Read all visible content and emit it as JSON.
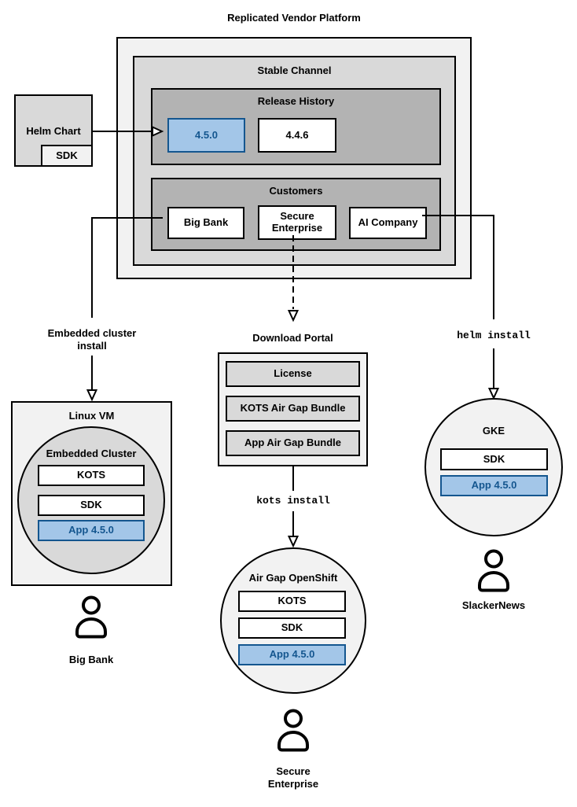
{
  "title": "Replicated Vendor Platform",
  "colors": {
    "outer_gray": "#f2f2f2",
    "mid_gray": "#d9d9d9",
    "dark_gray": "#b3b3b3",
    "blue_fill": "#a3c6e8",
    "blue_stroke": "#14568f",
    "blue_text": "#14568f",
    "line": "#000000"
  },
  "platform": {
    "stable_channel": {
      "label": "Stable Channel",
      "release_history": {
        "label": "Release History",
        "releases": [
          {
            "label": "4.5.0",
            "highlighted": true
          },
          {
            "label": "4.4.6",
            "highlighted": false
          }
        ]
      },
      "customers": {
        "label": "Customers",
        "items": [
          {
            "label": "Big Bank"
          },
          {
            "label": "Secure\nEnterprise"
          },
          {
            "label": "AI Company"
          }
        ]
      }
    }
  },
  "helm_chart": {
    "label": "Helm Chart",
    "sdk_label": "SDK"
  },
  "flows": {
    "left": {
      "arrow_label": "Embedded cluster\ninstall",
      "vm": {
        "label": "Linux VM",
        "cluster": {
          "label": "Embedded Cluster",
          "components": [
            "KOTS",
            "SDK",
            "App 4.5.0"
          ]
        }
      },
      "user": "Big Bank"
    },
    "middle": {
      "portal": {
        "label": "Download Portal",
        "items": [
          "License",
          "KOTS Air Gap Bundle",
          "App Air Gap Bundle"
        ]
      },
      "command": "kots install",
      "cluster": {
        "label": "Air Gap OpenShift",
        "components": [
          "KOTS",
          "SDK",
          "App 4.5.0"
        ]
      },
      "user": "Secure\nEnterprise"
    },
    "right": {
      "command": "helm install",
      "cluster": {
        "label": "GKE",
        "components": [
          "SDK",
          "App 4.5.0"
        ]
      },
      "user": "SlackerNews"
    }
  }
}
